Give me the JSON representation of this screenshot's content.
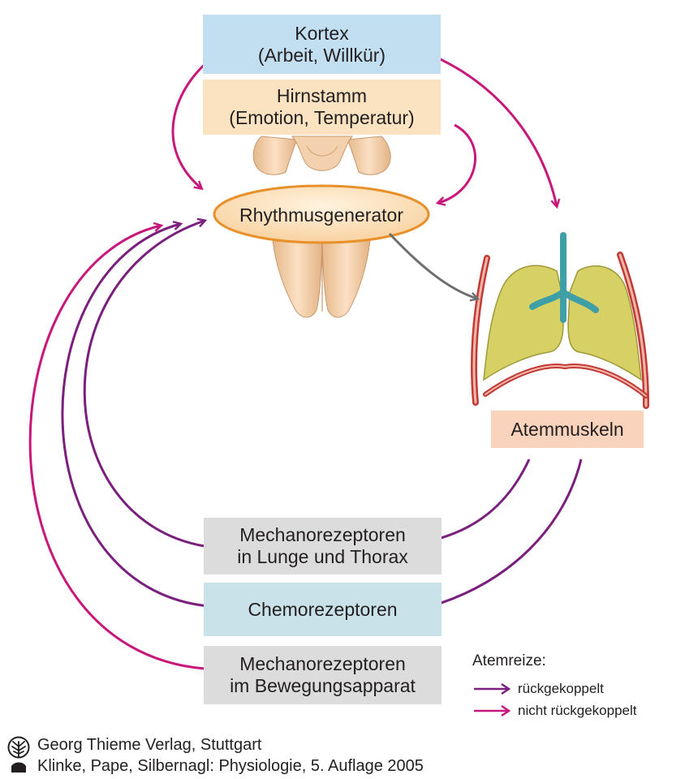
{
  "boxes": {
    "kortex": {
      "line1": "Kortex",
      "line2": "(Arbeit, Willkür)"
    },
    "hirnstamm": {
      "line1": "Hirnstamm",
      "line2": "(Emotion, Temperatur)"
    },
    "rhythmusgenerator": "Rhythmusgenerator",
    "atemmuskeln": "Atemmuskeln",
    "mechanorezeptoren_lunge": {
      "line1": "Mechanorezeptoren",
      "line2": "in Lunge und Thorax"
    },
    "chemorezeptoren": "Chemorezeptoren",
    "mechanorezeptoren_bewegung": {
      "line1": "Mechanorezeptoren",
      "line2": "im Bewegungsapparat"
    }
  },
  "legend": {
    "title": "Atemreize:",
    "feedback": "rückgekoppelt",
    "non_feedback": "nicht rückgekoppelt"
  },
  "colors": {
    "feedback_arrow": "#7b1f7e",
    "non_feedback_arrow": "#c8177b",
    "output_arrow": "#6d6e70"
  },
  "icons": {
    "brainstem": "brainstem-illustration",
    "lungs": "lungs-thorax-illustration",
    "logo": "thieme-tree-logo"
  },
  "credits": {
    "line1": "Georg Thieme Verlag, Stuttgart",
    "line2": "Klinke, Pape, Silbernagl: Physiologie, 5. Auflage 2005"
  }
}
